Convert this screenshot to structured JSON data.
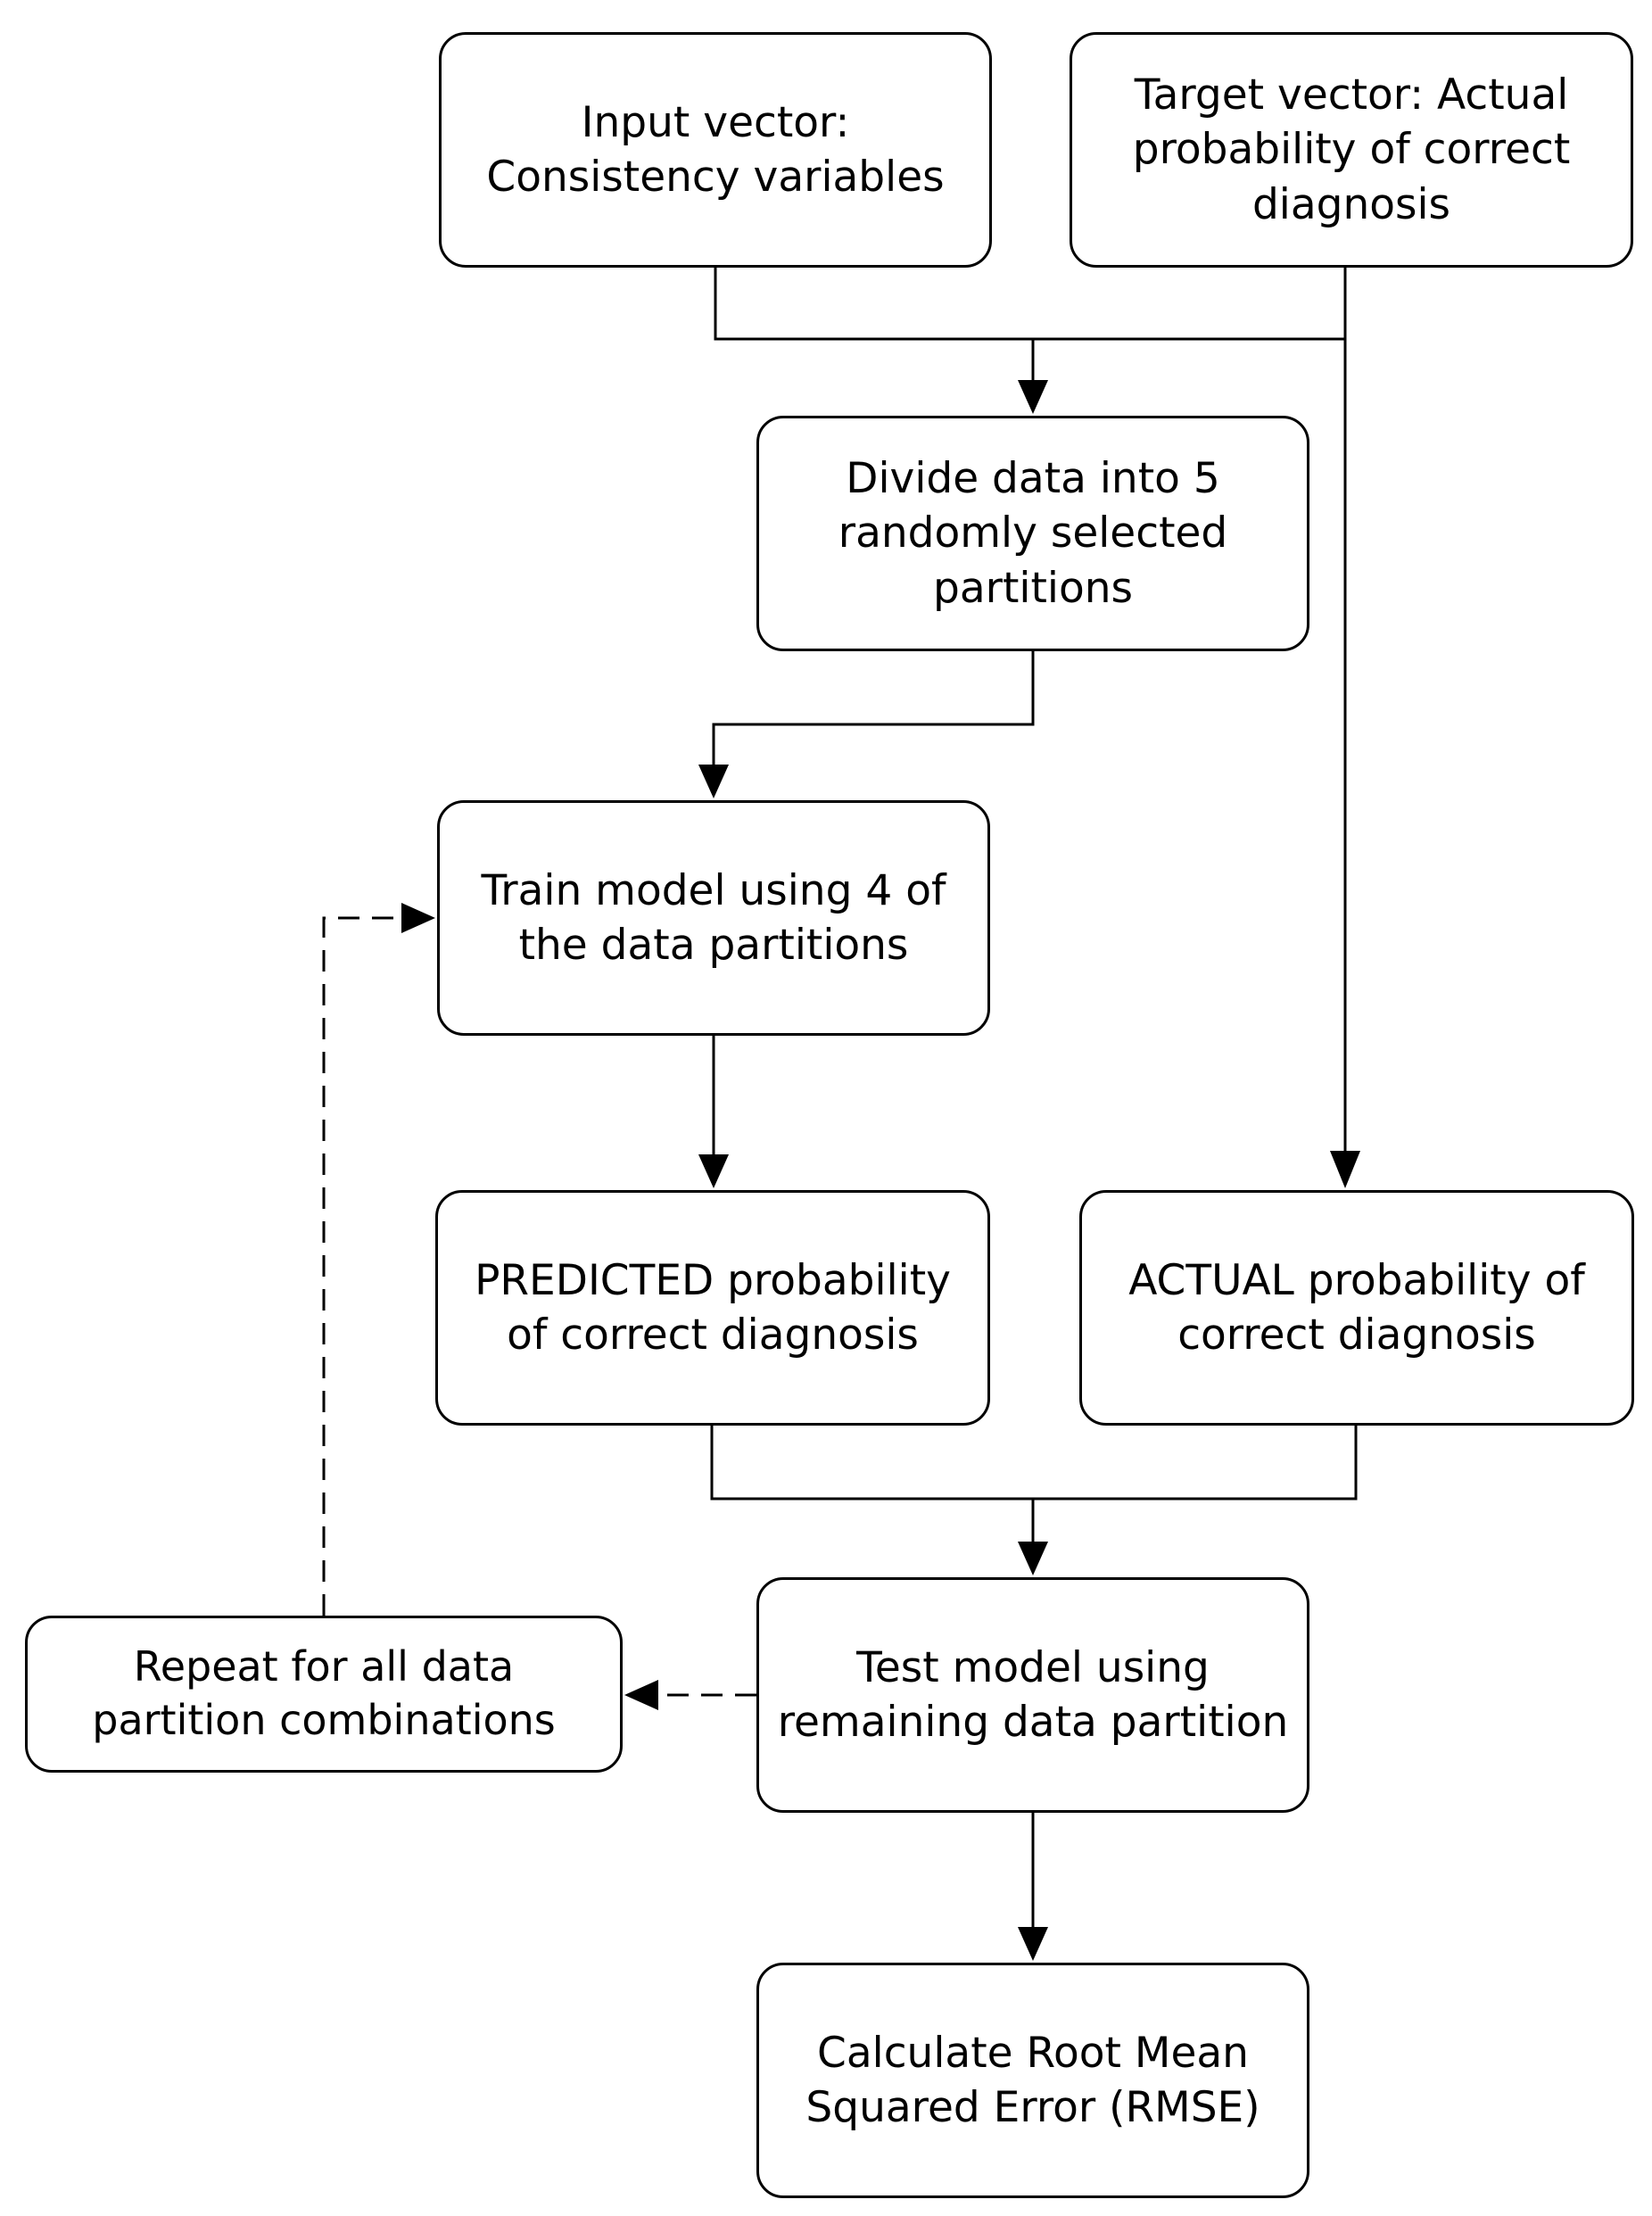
{
  "diagram": {
    "nodes": {
      "input": "Input vector: Consistency variables",
      "target": "Target vector: Actual probability of correct diagnosis",
      "divide": "Divide data into 5 randomly selected partitions",
      "train": "Train model using 4 of the data partitions",
      "predicted": "PREDICTED probability of correct diagnosis",
      "actual": "ACTUAL probability of correct diagnosis",
      "test": "Test model using remaining data partition",
      "repeat": "Repeat for all data partition combinations",
      "rmse": "Calculate Root Mean Squared Error (RMSE)"
    },
    "edges": [
      {
        "from": "input",
        "to": "divide",
        "style": "solid"
      },
      {
        "from": "target",
        "to": "divide",
        "style": "solid"
      },
      {
        "from": "target",
        "to": "actual",
        "style": "solid"
      },
      {
        "from": "divide",
        "to": "train",
        "style": "solid"
      },
      {
        "from": "train",
        "to": "predicted",
        "style": "solid"
      },
      {
        "from": "predicted",
        "to": "test",
        "style": "solid"
      },
      {
        "from": "actual",
        "to": "test",
        "style": "solid"
      },
      {
        "from": "test",
        "to": "repeat",
        "style": "dashed"
      },
      {
        "from": "repeat",
        "to": "train",
        "style": "dashed"
      },
      {
        "from": "test",
        "to": "rmse",
        "style": "solid"
      }
    ]
  }
}
